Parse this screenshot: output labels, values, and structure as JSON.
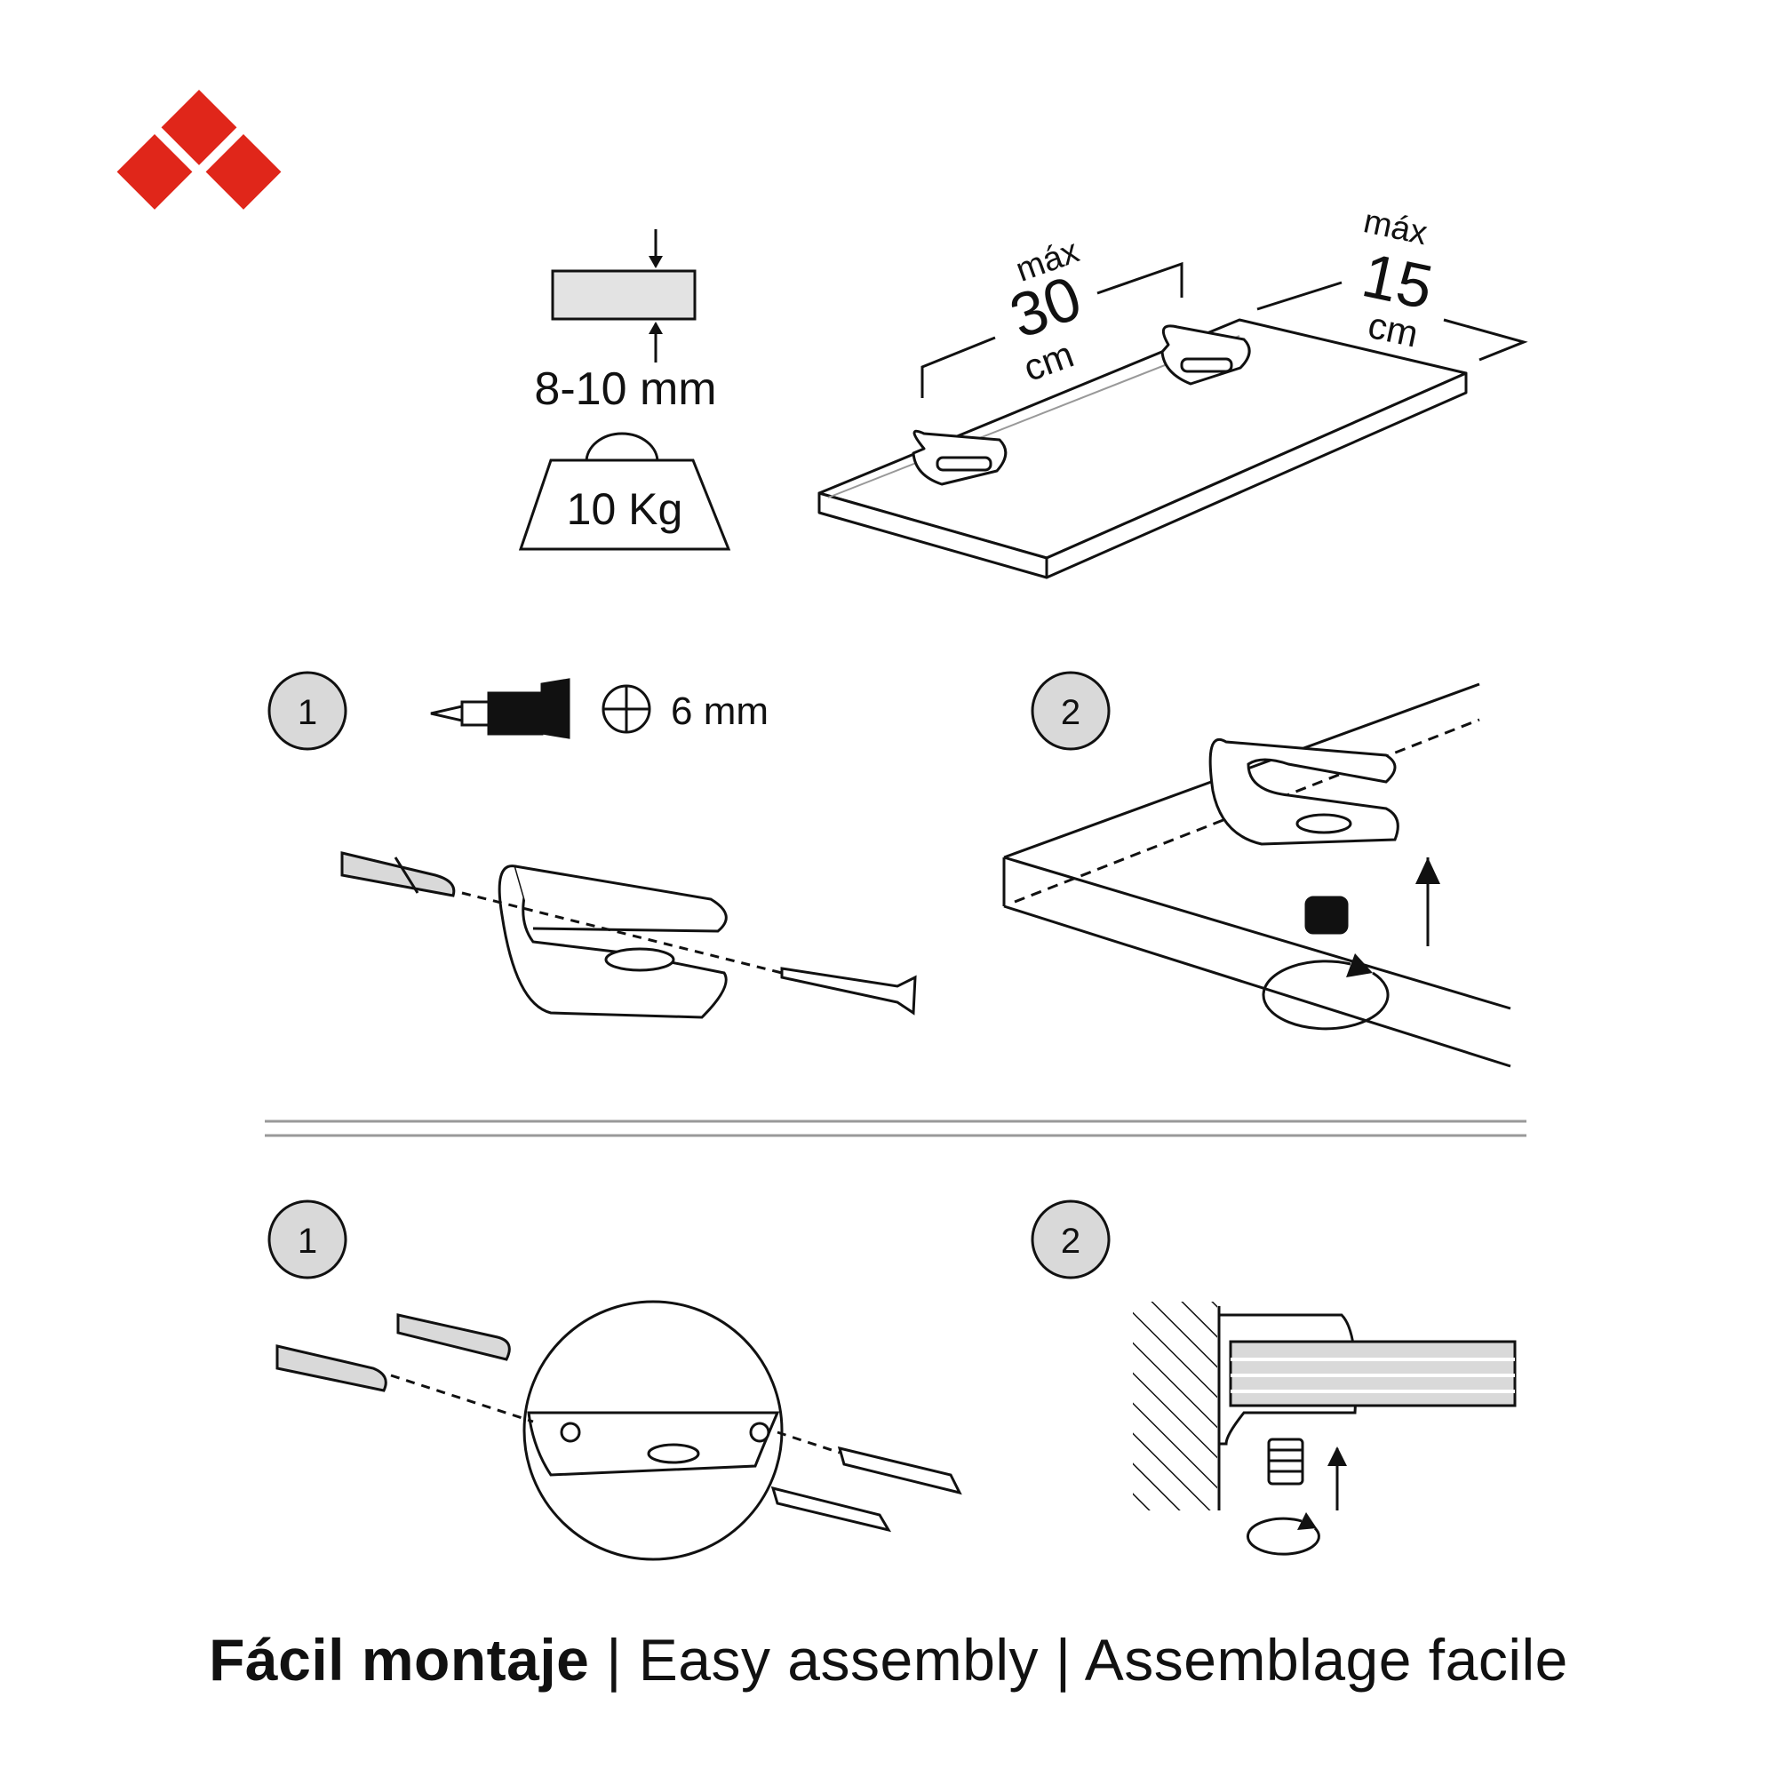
{
  "colors": {
    "brand_red": "#E0261A",
    "step_circle_fill": "#D9D9D9",
    "line": "#111111",
    "divider": "#999999"
  },
  "spec": {
    "thickness": "8-10 mm",
    "max_weight": "10 Kg",
    "max_spacing": {
      "prefix": "máx",
      "value": "30",
      "unit": "cm"
    },
    "max_depth": {
      "prefix": "máx",
      "value": "15",
      "unit": "cm"
    }
  },
  "top_section": {
    "step1": {
      "number": "1",
      "drill_size": "6 mm"
    },
    "step2": {
      "number": "2"
    }
  },
  "bottom_section": {
    "step1": {
      "number": "1"
    },
    "step2": {
      "number": "2"
    }
  },
  "footer": {
    "title_es": "Fácil montaje",
    "separator": "|",
    "title_en": "Easy assembly",
    "title_fr": "Assemblage facile"
  }
}
